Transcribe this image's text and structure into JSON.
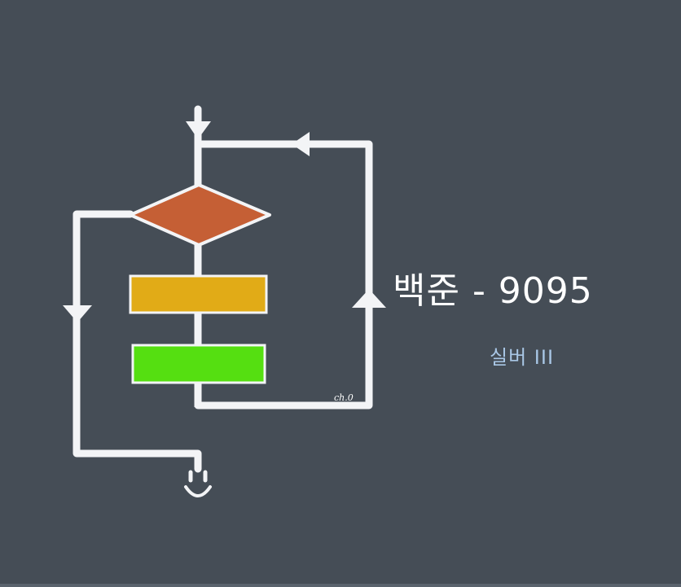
{
  "title": "백준 - 9095",
  "tier": "실버 III",
  "signature": "ch.0",
  "colors": {
    "background": "#454d56",
    "line": "#f3f4f6",
    "decision": "#c55f35",
    "process_top": "#e1ab17",
    "process_bottom": "#55df11",
    "tier_text": "#a9c7e6"
  },
  "icons": [
    "down-arrow-icon",
    "left-arrow-icon",
    "up-arrow-icon",
    "smile-icon"
  ]
}
